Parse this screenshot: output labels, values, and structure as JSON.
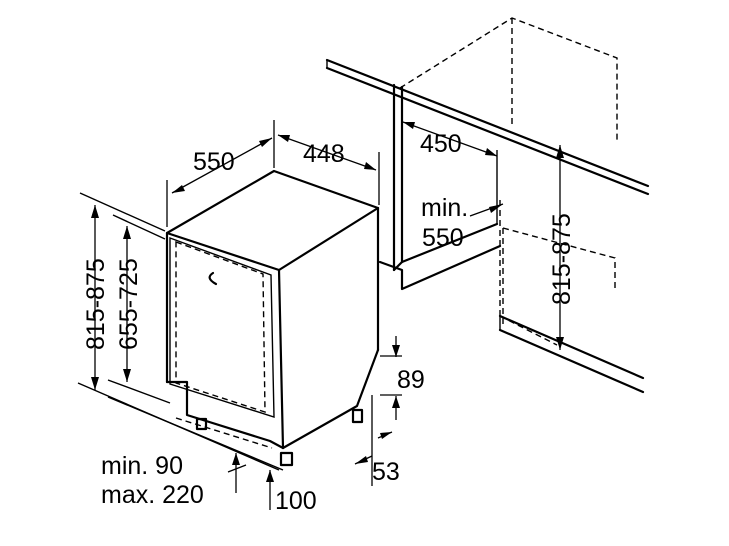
{
  "dimensions": {
    "width_top": "550",
    "depth_top": "448",
    "niche_depth": "450",
    "niche_min_label": "min.",
    "niche_min_value": "550",
    "height_range_right": "815-875",
    "height_range_left": "815-875",
    "door_height_range": "655-725",
    "plinth_height": "89",
    "plinth_setback": "53",
    "plinth_min_label": "min. 90",
    "plinth_max_label": "max. 220",
    "plinth_front_depth": "100"
  }
}
